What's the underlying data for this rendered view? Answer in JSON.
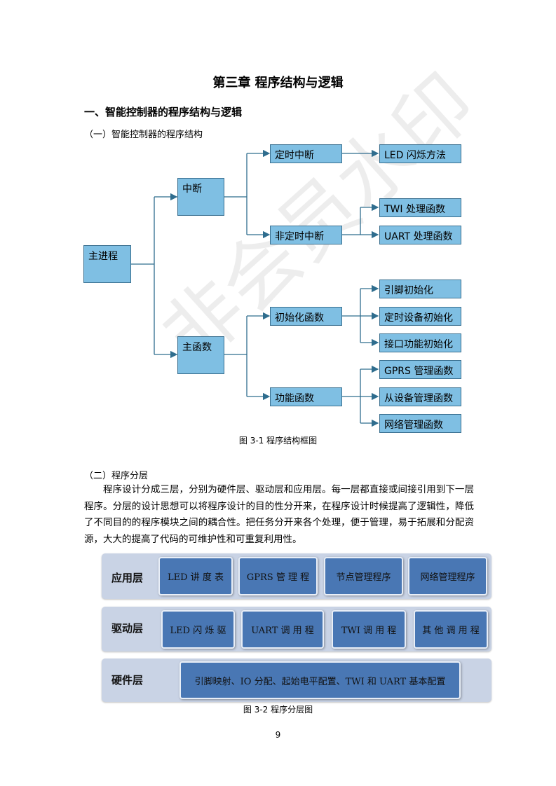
{
  "chapter_title": "第三章  程序结构与逻辑",
  "section1_title": "一、智能控制器的程序结构与逻辑",
  "subsection1_title": "（一）智能控制器的程序结构",
  "tree": {
    "root": "主进程",
    "interrupt": "中断",
    "main_func": "主函数",
    "timer_interrupt": "定时中断",
    "non_timer_interrupt": "非定时中断",
    "init_func": "初始化函数",
    "function_func": "功能函数",
    "led_blink": "LED 闪烁方法",
    "twi_handler": "TWI 处理函数",
    "uart_handler": "UART 处理函数",
    "pin_init": "引脚初始化",
    "timer_device_init": "定时设备初始化",
    "interface_init": "接口功能初始化",
    "gprs_mgmt": "GPRS 管理函数",
    "slave_mgmt": "从设备管理函数",
    "network_mgmt": "网络管理函数"
  },
  "figure1_caption": "图 3-1  程序结构框图",
  "subsection2_title": "（二）程序分层",
  "paragraph": "程序设计分成三层，分别为硬件层、驱动层和应用层。每一层都直接或间接引用到下一层程序。分层的设计思想可以将程序设计的目的性分开来，在程序设计时候提高了逻辑性，降低了不同目的的程序模块之间的耦合性。把任务分开来各个处理，便于管理，易于拓展和分配资源，大大的提高了代码的可维护性和可重复利用性。",
  "layers": {
    "app": {
      "label": "应用层",
      "items": [
        "LED 讲 度 表",
        "GPRS 管 理 程",
        "节点管理程序",
        "网络管理程序"
      ]
    },
    "driver": {
      "label": "驱动层",
      "items": [
        "LED 闪 烁 驱",
        "UART 调 用 程",
        "TWI 调 用 程",
        "其 他 调 用 程"
      ]
    },
    "hardware": {
      "label": "硬件层",
      "items": [
        "引脚映射、IO 分配、起始电平配置、TWI 和 UART 基本配置"
      ]
    }
  },
  "figure2_caption": "图 3-2  程序分层图",
  "page_number": "9",
  "watermark": "非会员水印",
  "colors": {
    "tree_box": "#7fbfe3",
    "tree_line": "#2f6d8e",
    "layer_bg": "#c9d3e5",
    "layer_box": "#4977b4"
  }
}
